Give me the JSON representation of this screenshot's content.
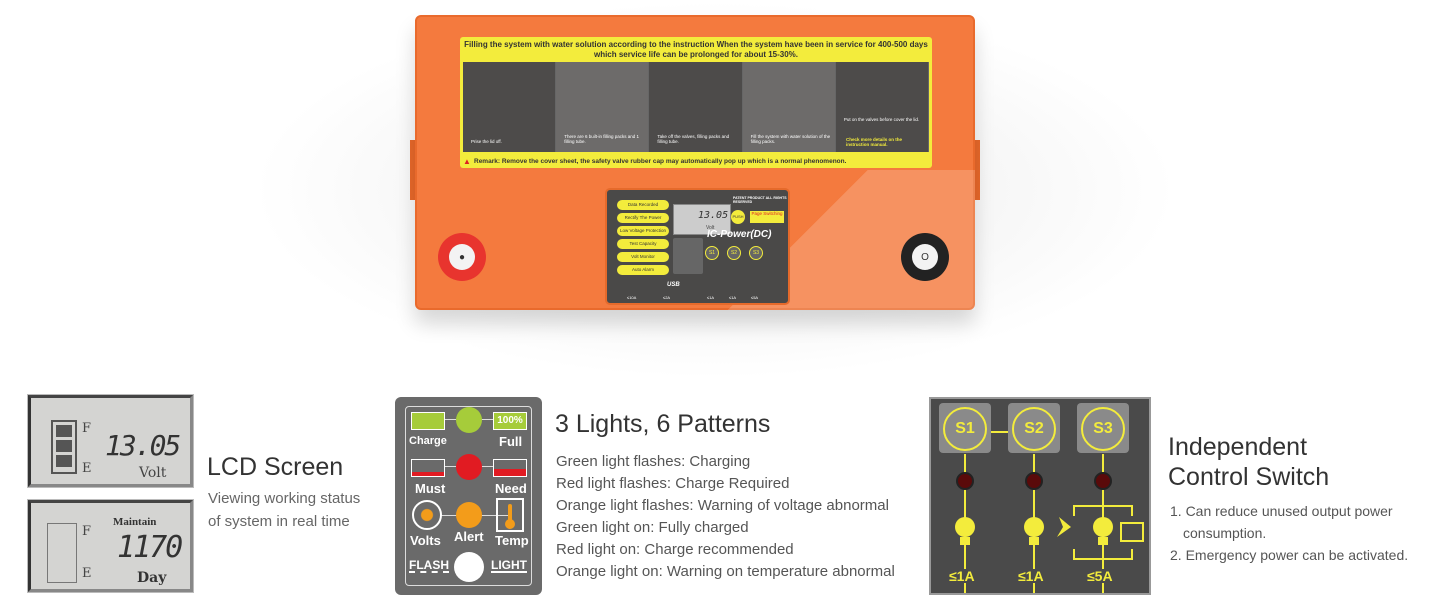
{
  "battery": {
    "label": {
      "heading": "Filling the system with water solution according to the instruction When the system have been in service for 400-500 days which service life can be prolonged for about 15-30%.",
      "steps": [
        "Prise the lid off.",
        "There are 6 built-in filling packs and 1 filling tube.",
        "Take off the valves, filling packs and filling tube.",
        "Fill the system with water solution of the filling packs.",
        "Put on the valves before cover the lid.",
        "Check more details on the instruction manual."
      ],
      "remark": "Remark: Remove the cover sheet, the safety valve rubber cap may automatically pop up which is a normal phenomenon."
    },
    "panel": {
      "functions": [
        "Data Recorded",
        "Rectify The Power",
        "Low Voltage Protection",
        "Test Capacity",
        "Volt Monitor",
        "Auto Alarm"
      ],
      "lcd_value": "13.05",
      "lcd_unit": "Volt",
      "patent": "PATENT PRODUCT ALL RIGHTS RESERVED",
      "push": "PUSH",
      "page_switching": "Page Switching",
      "brand": "IC-Power(DC)",
      "switches": [
        "S1",
        "S2",
        "S3"
      ],
      "usb": "USB",
      "ratings": [
        "≤10A",
        "≤2A",
        "≤1A",
        "≤1A",
        "≤5A"
      ]
    }
  },
  "lcd": {
    "screen1": {
      "value": "13.05",
      "unit": "Volt",
      "full": "F",
      "empty": "E"
    },
    "screen2": {
      "label": "Maintain",
      "value": "1170",
      "unit": "Day",
      "full": "F",
      "empty": "E"
    },
    "title": "LCD Screen",
    "desc": [
      "Viewing working status",
      "of system in real time"
    ]
  },
  "lights": {
    "panel": {
      "charge": "Charge",
      "full": "Full",
      "full_pct": "100%",
      "must": "Must",
      "need": "Need",
      "volts": "Volts",
      "alert": "Alert",
      "temp": "Temp",
      "flash": "FLASH",
      "light": "LIGHT"
    },
    "title": "3 Lights, 6 Patterns",
    "items": [
      "Green light flashes: Charging",
      "Red light flashes: Charge Required",
      "Orange light flashes: Warning of voltage abnormal",
      "Green light on: Fully charged",
      "Red light on: Charge recommended",
      "Orange light on: Warning on temperature abnormal"
    ],
    "colors": {
      "green": "#a6cc3a",
      "red": "#e11b22",
      "orange": "#f39c1a"
    }
  },
  "switch": {
    "panel": {
      "switches": [
        "S1",
        "S2",
        "S3"
      ],
      "ratings": [
        "≤1A",
        "≤1A",
        "≤5A"
      ]
    },
    "title": [
      "Independent",
      "Control Switch"
    ],
    "items": [
      "1. Can reduce unused output power",
      "consumption.",
      "2. Emergency power can be activated."
    ]
  }
}
